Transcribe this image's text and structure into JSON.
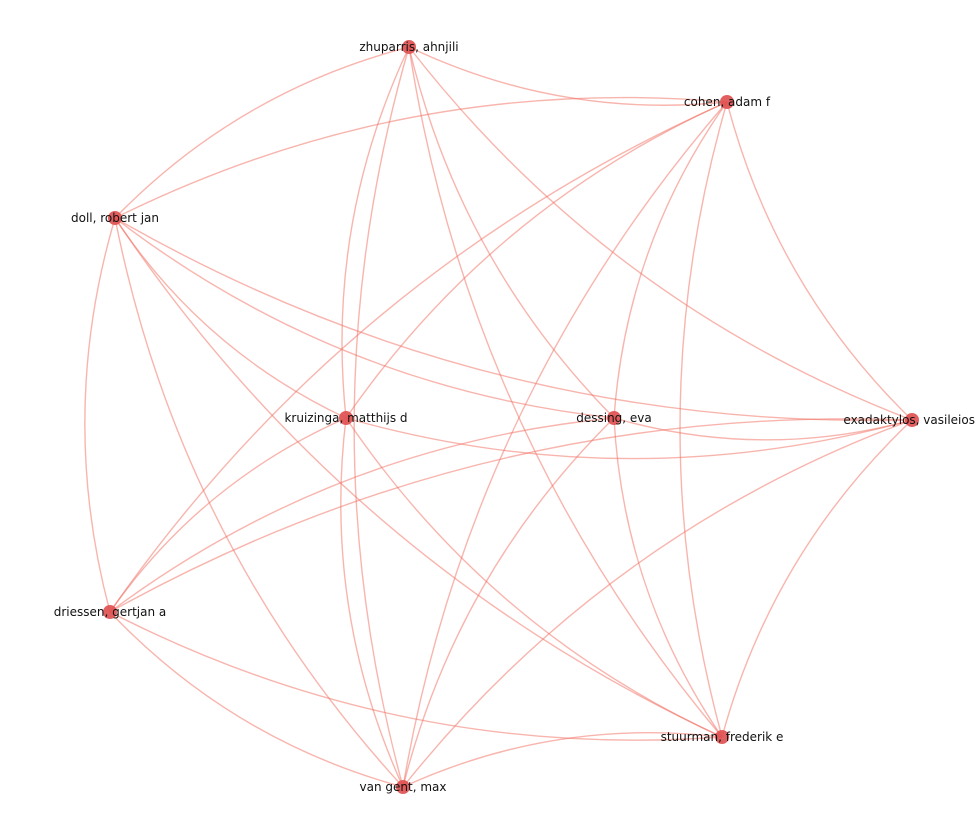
{
  "network": {
    "node_color": "#e05151",
    "edge_color": "#f26b5e",
    "nodes": [
      {
        "id": "zhuparris",
        "label": "zhuparris, ahnjili"
      },
      {
        "id": "cohen",
        "label": "cohen, adam f"
      },
      {
        "id": "doll",
        "label": "doll, robert jan"
      },
      {
        "id": "kruizinga",
        "label": "kruizinga, matthijs d"
      },
      {
        "id": "dessing",
        "label": "dessing, eva"
      },
      {
        "id": "exadaktylos",
        "label": "exadaktylos, vasileios"
      },
      {
        "id": "driessen",
        "label": "driessen, gertjan a"
      },
      {
        "id": "stuurman",
        "label": "stuurman, frederik e"
      },
      {
        "id": "vangent",
        "label": "van gent, max"
      }
    ],
    "edges": [
      [
        "zhuparris",
        "cohen"
      ],
      [
        "zhuparris",
        "doll"
      ],
      [
        "zhuparris",
        "kruizinga"
      ],
      [
        "zhuparris",
        "dessing"
      ],
      [
        "zhuparris",
        "exadaktylos"
      ],
      [
        "zhuparris",
        "stuurman"
      ],
      [
        "zhuparris",
        "vangent"
      ],
      [
        "cohen",
        "doll"
      ],
      [
        "cohen",
        "kruizinga"
      ],
      [
        "cohen",
        "dessing"
      ],
      [
        "cohen",
        "exadaktylos"
      ],
      [
        "cohen",
        "driessen"
      ],
      [
        "cohen",
        "stuurman"
      ],
      [
        "cohen",
        "vangent"
      ],
      [
        "doll",
        "kruizinga"
      ],
      [
        "doll",
        "dessing"
      ],
      [
        "doll",
        "exadaktylos"
      ],
      [
        "doll",
        "driessen"
      ],
      [
        "doll",
        "stuurman"
      ],
      [
        "doll",
        "vangent"
      ],
      [
        "kruizinga",
        "exadaktylos"
      ],
      [
        "kruizinga",
        "driessen"
      ],
      [
        "kruizinga",
        "stuurman"
      ],
      [
        "kruizinga",
        "vangent"
      ],
      [
        "dessing",
        "exadaktylos"
      ],
      [
        "dessing",
        "driessen"
      ],
      [
        "dessing",
        "stuurman"
      ],
      [
        "dessing",
        "vangent"
      ],
      [
        "exadaktylos",
        "driessen"
      ],
      [
        "exadaktylos",
        "stuurman"
      ],
      [
        "exadaktylos",
        "vangent"
      ],
      [
        "driessen",
        "stuurman"
      ],
      [
        "driessen",
        "vangent"
      ],
      [
        "stuurman",
        "vangent"
      ]
    ]
  }
}
